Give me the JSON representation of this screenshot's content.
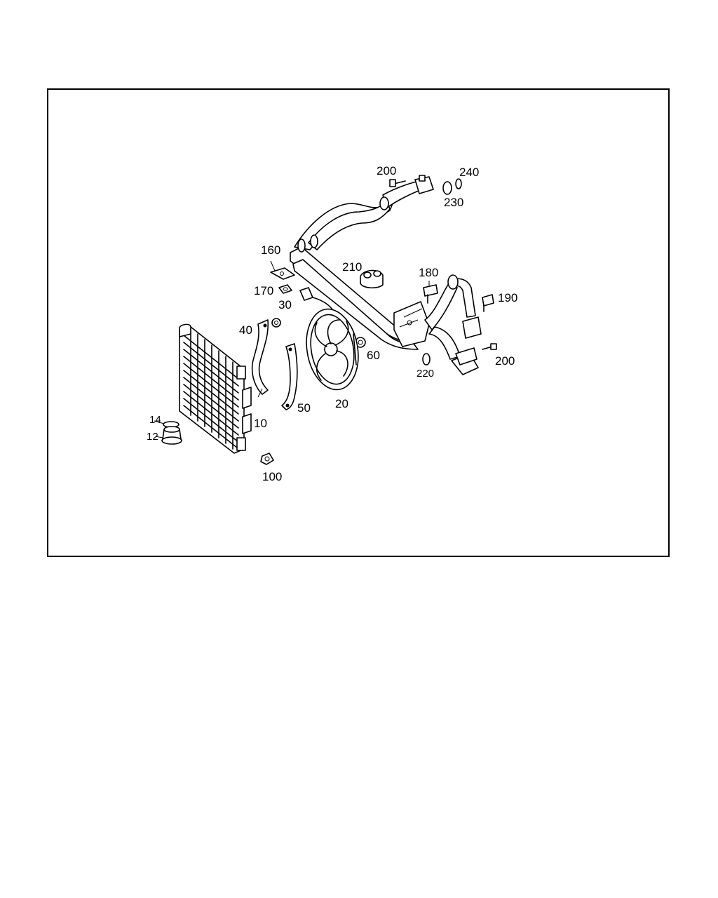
{
  "diagram": {
    "labels": {
      "l10": "10",
      "l12": "12",
      "l14": "14",
      "l20": "20",
      "l30": "30",
      "l40": "40",
      "l50": "50",
      "l60": "60",
      "l100": "100",
      "l160": "160",
      "l170": "170",
      "l180": "180",
      "l190": "190",
      "l200a": "200",
      "l200b": "200",
      "l210": "210",
      "l220": "220",
      "l230": "230",
      "l240": "240"
    },
    "colors": {
      "line": "#000000",
      "background": "#ffffff"
    }
  }
}
